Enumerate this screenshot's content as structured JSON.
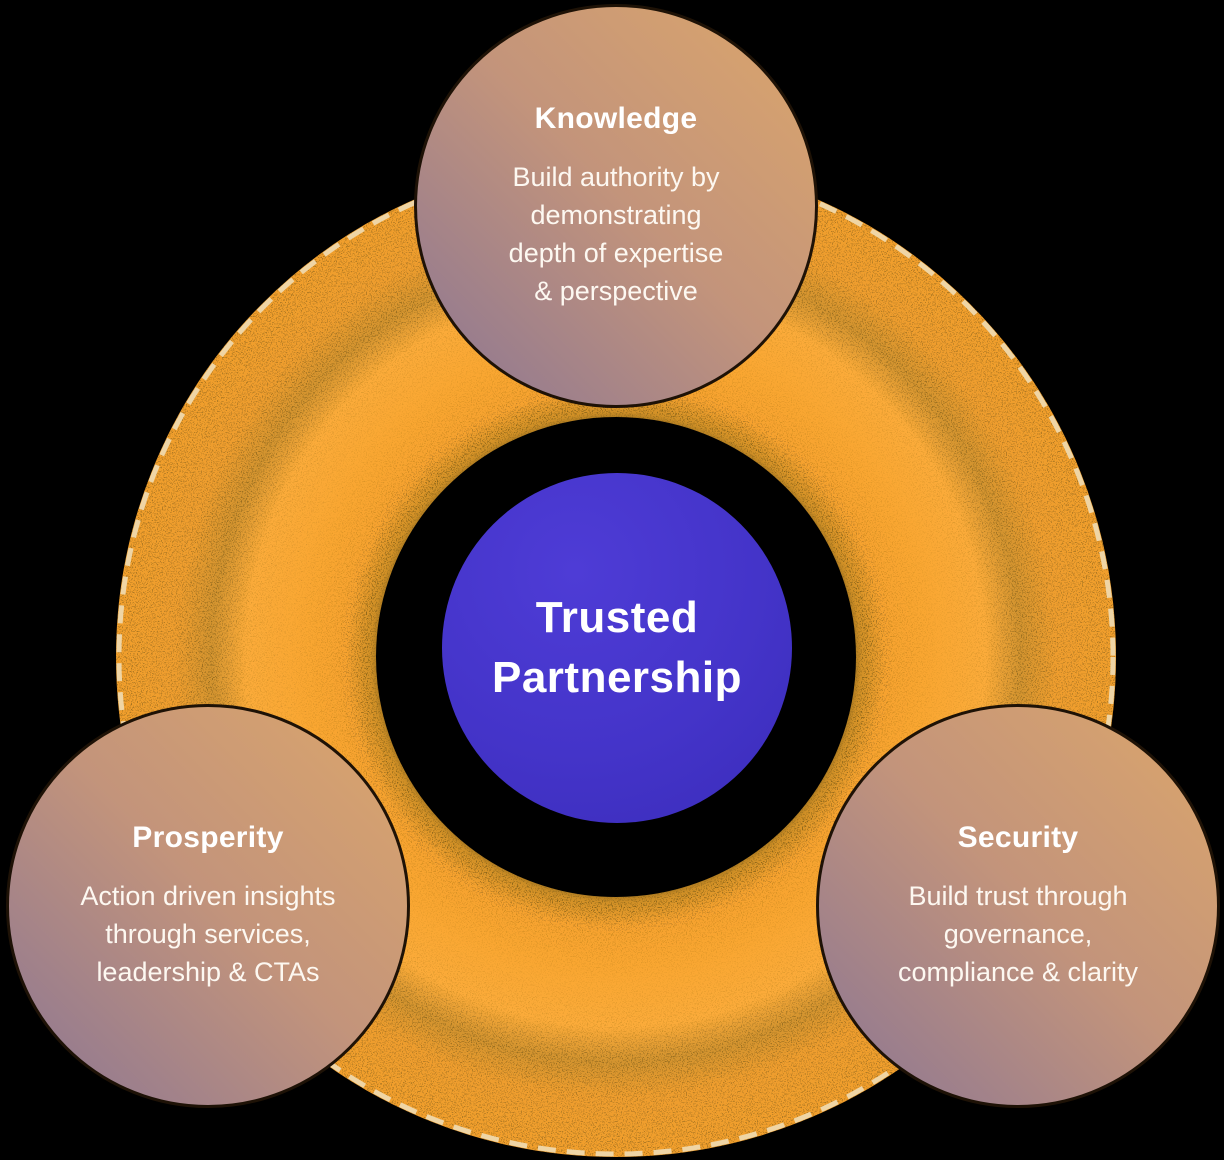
{
  "diagram": {
    "center": {
      "title": "Trusted\nPartnership"
    },
    "nodes": [
      {
        "id": "knowledge",
        "title": "Knowledge",
        "body": "Build authority by\ndemonstrating\ndepth of expertise\n& perspective"
      },
      {
        "id": "prosperity",
        "title": "Prosperity",
        "body": "Action driven insights\nthrough services,\nleadership & CTAs"
      },
      {
        "id": "security",
        "title": "Security",
        "body": "Build trust through\ngovernance,\ncompliance & clarity"
      }
    ],
    "colors": {
      "background": "#000000",
      "ring_orange": "#F9A530",
      "ring_grain": "#6E5312",
      "ring_dash_border": "#EFD5A5",
      "center_circle_blue": "#4434C9",
      "node_gradient_start": "#DCA66B",
      "node_gradient_end": "#8A7594",
      "text": "#FFFFFF"
    }
  }
}
